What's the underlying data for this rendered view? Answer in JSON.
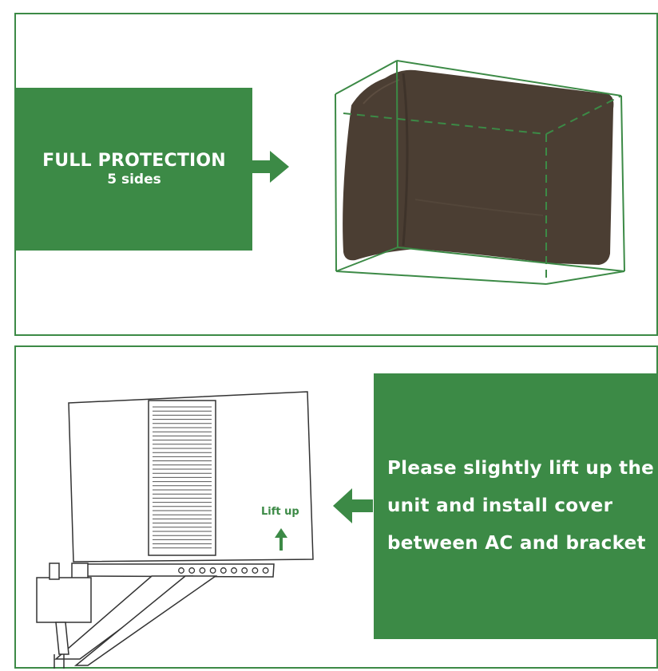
{
  "top_panel": {
    "headline": "FULL PROTECTION",
    "subline": "5 sides"
  },
  "bottom_panel": {
    "instruction": "Please slightly lift up the unit and install cover between AC and bracket",
    "lift_label": "Lift up"
  },
  "colors": {
    "accent_green": "#3c8a46",
    "cover_brown": "#4b3e33"
  },
  "icons": [
    "arrow-right-icon",
    "arrow-left-icon",
    "arrow-up-icon"
  ]
}
